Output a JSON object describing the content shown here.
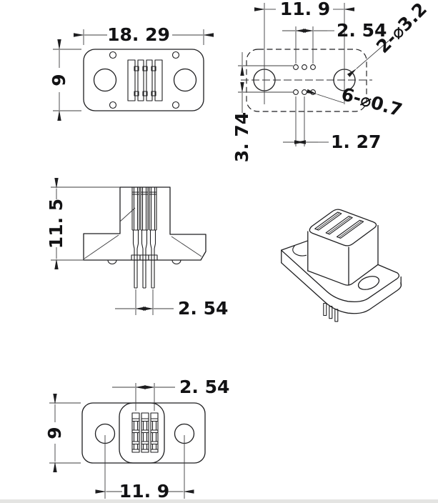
{
  "drawing": {
    "title": "connector-technical-drawing",
    "background": "#ffffff",
    "line_color": "#1e1e20",
    "footer_strip_color": "#e4e4e2",
    "views": {
      "top": {
        "dim_width": "18. 29",
        "dim_height": "9"
      },
      "holes": {
        "dim_hole_pitch": "11. 9",
        "dim_pin_span": "2. 54",
        "dim_mount_holes": "2-⌀3.2",
        "dim_row_gap": "3. 74",
        "dim_pin_pitch": "1. 27",
        "dim_pin_holes": "6-⌀0.7"
      },
      "side": {
        "dim_height": "11. 5",
        "dim_pin_span": "2. 54"
      },
      "bottom": {
        "dim_pin_span": "2. 54",
        "dim_height": "9",
        "dim_hole_pitch": "11. 9"
      }
    }
  }
}
